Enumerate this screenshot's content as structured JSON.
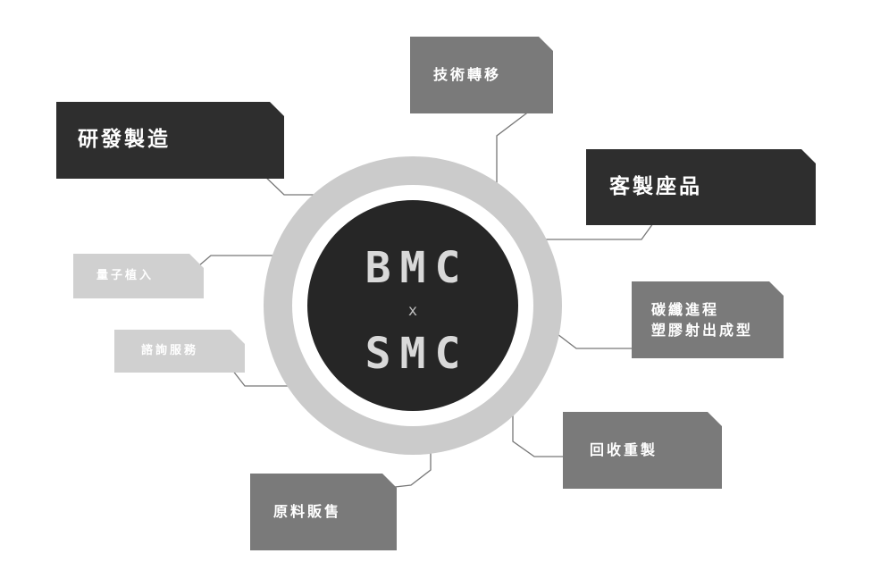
{
  "center": {
    "line1": "BMC",
    "separator": "x",
    "line2": "SMC"
  },
  "nodes": {
    "rd_manufacturing": "研發製造",
    "tech_transfer": "技術轉移",
    "custom_products": "客製座品",
    "quantum_implant": "量子植入",
    "consulting": "諮詢服務",
    "carbon_fiber": "碳纖進程\n塑膠射出成型",
    "recycling": "回收重製",
    "raw_material_sales": "原料販售"
  },
  "colors": {
    "dark_box": "#2e2e2e",
    "mid_box": "#7a7a7a",
    "light_box": "#d0d0d0",
    "ring": "#cbcbcb",
    "core": "#262626",
    "connector": "#777777"
  }
}
